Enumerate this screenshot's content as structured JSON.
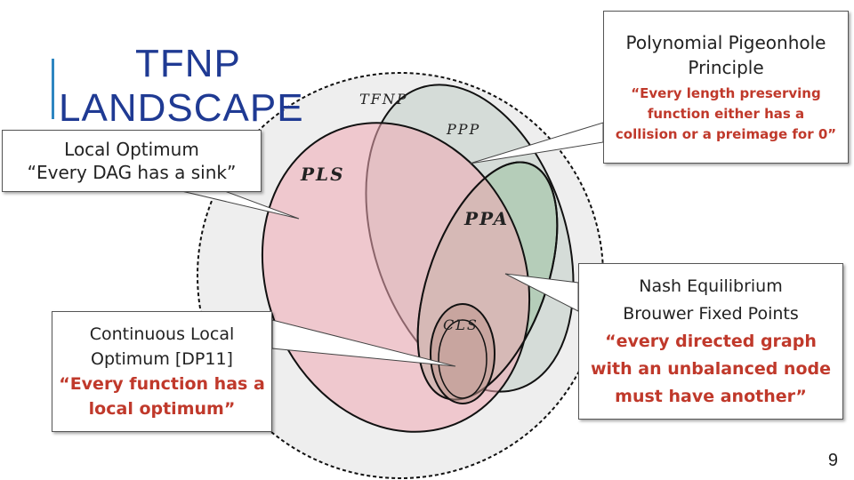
{
  "slide": {
    "title_line1": "TFNP",
    "title_line2": "LANDSCAPE",
    "page_number": "9"
  },
  "sets": {
    "tfnp": "TFNP",
    "ppp": "PPP",
    "pls": "PLS",
    "ppa": "PPA",
    "cls": "CLS"
  },
  "callouts": {
    "local_optimum": {
      "title": "Local Optimum",
      "quote": "“Every DAG has a sink”"
    },
    "pigeonhole": {
      "title_line1": "Polynomial Pigeonhole",
      "title_line2": "Principle",
      "quote_line1": "“Every length preserving",
      "quote_line2": "function either has a",
      "quote_line3": "collision or a preimage for 0”"
    },
    "continuous": {
      "title_line1": "Continuous Local",
      "title_line2": "Optimum [DP11]",
      "quote_line1": "“Every function has a",
      "quote_line2": "local optimum”"
    },
    "nash": {
      "title_line1": "Nash Equilibrium",
      "title_line2": "Brouwer Fixed Points",
      "quote_line1": "“every directed graph",
      "quote_line2": "with an unbalanced node",
      "quote_line3": "must have another”"
    }
  },
  "colors": {
    "title": "#1f3a93",
    "accent_bar": "#2e86c1",
    "quote_text": "#c0392b",
    "pls_fill": "#f2c6cc",
    "ppp_fill": "#d5dcd8",
    "ppa_fill": "#b5cdb9",
    "tfnp_fill": "#eeeeee"
  }
}
